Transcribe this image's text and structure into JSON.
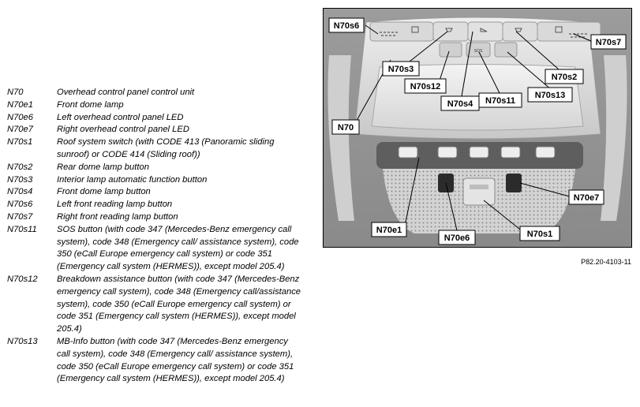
{
  "legend": [
    {
      "code": "N70",
      "desc": "Overhead control panel control unit"
    },
    {
      "code": "N70e1",
      "desc": "Front dome lamp"
    },
    {
      "code": "N70e6",
      "desc": "Left overhead control panel LED"
    },
    {
      "code": "N70e7",
      "desc": "Right overhead control panel LED"
    },
    {
      "code": "N70s1",
      "desc": "Roof system switch (with CODE 413 (Panoramic sliding sunroof) or CODE 414 (Sliding roof))"
    },
    {
      "code": "N70s2",
      "desc": "Rear dome lamp button"
    },
    {
      "code": "N70s3",
      "desc": "Interior lamp automatic function button"
    },
    {
      "code": "N70s4",
      "desc": "Front dome lamp button"
    },
    {
      "code": "N70s6",
      "desc": "Left front reading lamp button"
    },
    {
      "code": "N70s7",
      "desc": "Right front reading lamp button"
    },
    {
      "code": "N70s11",
      "desc": "SOS button (with code 347 (Mercedes-Benz emergency call system), code 348 (Emergency call/ assistance system), code 350 (eCall Europe emergency call system) or code 351 (Emergency call system (HERMES)), except model 205.4)"
    },
    {
      "code": "N70s12",
      "desc": "Breakdown assistance button (with code 347 (Mercedes-Benz emergency call system), code 348 (Emergency call/assistance system), code 350 (eCall Europe emergency call system) or code 351 (Emergency call system (HERMES)), except model 205.4)"
    },
    {
      "code": "N70s13",
      "desc": "MB-Info button (with code 347 (Mercedes-Benz emergency call system), code 348 (Emergency call/ assistance system), code 350 (eCall Europe emergency call system) or code 351 (Emergency call system (HERMES)), except model 205.4)"
    }
  ],
  "photo": {
    "labels": {
      "n70s6": "N70s6",
      "n70s7": "N70s7",
      "n70s3": "N70s3",
      "n70s12": "N70s12",
      "n70s4": "N70s4",
      "n70s11": "N70s11",
      "n70s2": "N70s2",
      "n70s13": "N70s13",
      "n70": "N70",
      "n70e7": "N70e7",
      "n70e1": "N70e1",
      "n70e6": "N70e6",
      "n70s1": "N70s1"
    },
    "button_text": {
      "sos": "SOS"
    }
  },
  "caption": "P82.20-4103-11"
}
